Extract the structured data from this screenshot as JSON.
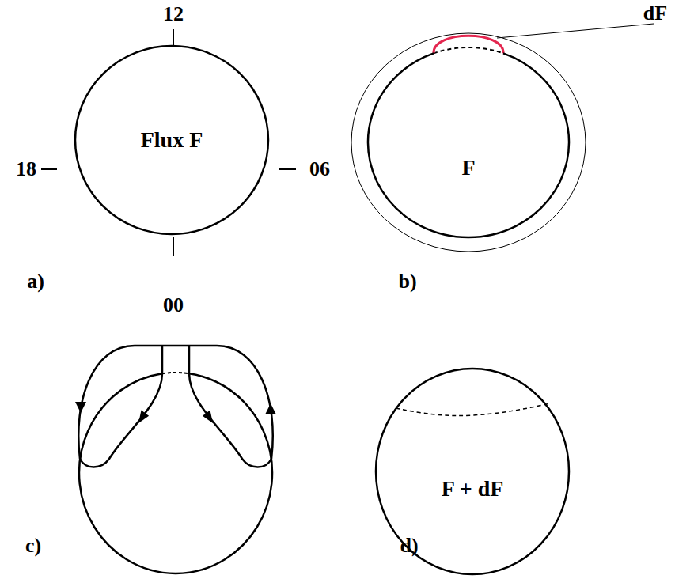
{
  "diagram": {
    "nodes": [
      {
        "text": [
          "Flux F"
        ]
      },
      {
        "text": [
          "F"
        ]
      },
      {
        "text": [
          "F + dF"
        ]
      }
    ],
    "labels": [
      "12",
      "18",
      "06",
      "00",
      "a)",
      "dF",
      "b)",
      "c)",
      "d)"
    ]
  }
}
